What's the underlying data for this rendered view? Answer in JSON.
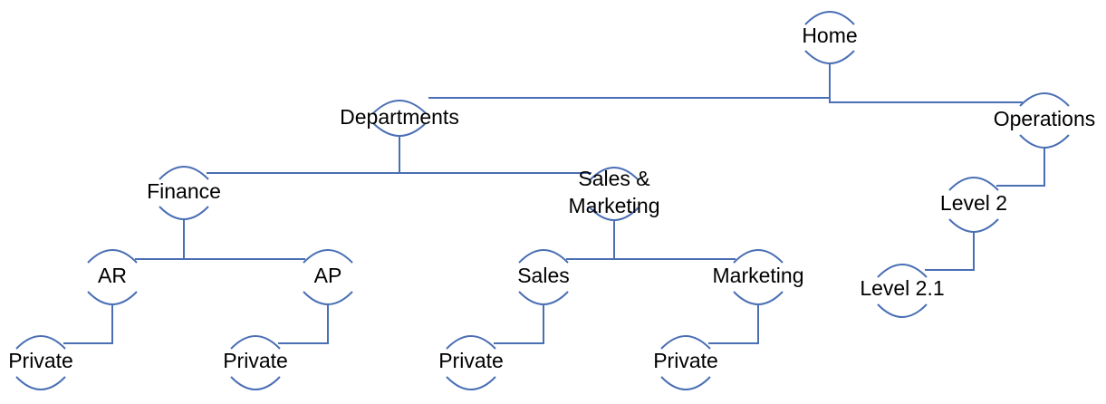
{
  "colors": {
    "line": "#4a6fb4",
    "text": "#000000",
    "background": "#ffffff"
  },
  "nodes": [
    {
      "id": "home",
      "label": "Home"
    },
    {
      "id": "departments",
      "label": "Departments"
    },
    {
      "id": "operations",
      "label": "Operations"
    },
    {
      "id": "finance",
      "label": "Finance"
    },
    {
      "id": "sales-marketing",
      "label": "Sales &",
      "label2": "Marketing"
    },
    {
      "id": "level-2",
      "label": "Level 2"
    },
    {
      "id": "level-2-1",
      "label": "Level 2.1"
    },
    {
      "id": "ar",
      "label": "AR"
    },
    {
      "id": "ap",
      "label": "AP"
    },
    {
      "id": "sales",
      "label": "Sales"
    },
    {
      "id": "marketing",
      "label": "Marketing"
    },
    {
      "id": "private-ar",
      "label": "Private"
    },
    {
      "id": "private-ap",
      "label": "Private"
    },
    {
      "id": "private-sales",
      "label": "Private"
    },
    {
      "id": "private-marketing",
      "label": "Private"
    }
  ],
  "edges": [
    {
      "from": "home",
      "to": "departments"
    },
    {
      "from": "home",
      "to": "operations"
    },
    {
      "from": "departments",
      "to": "finance"
    },
    {
      "from": "departments",
      "to": "sales-marketing"
    },
    {
      "from": "operations",
      "to": "level-2"
    },
    {
      "from": "level-2",
      "to": "level-2-1"
    },
    {
      "from": "finance",
      "to": "ar"
    },
    {
      "from": "finance",
      "to": "ap"
    },
    {
      "from": "sales-marketing",
      "to": "sales"
    },
    {
      "from": "sales-marketing",
      "to": "marketing"
    },
    {
      "from": "ar",
      "to": "private-ar"
    },
    {
      "from": "ap",
      "to": "private-ap"
    },
    {
      "from": "sales",
      "to": "private-sales"
    },
    {
      "from": "marketing",
      "to": "private-marketing"
    }
  ]
}
